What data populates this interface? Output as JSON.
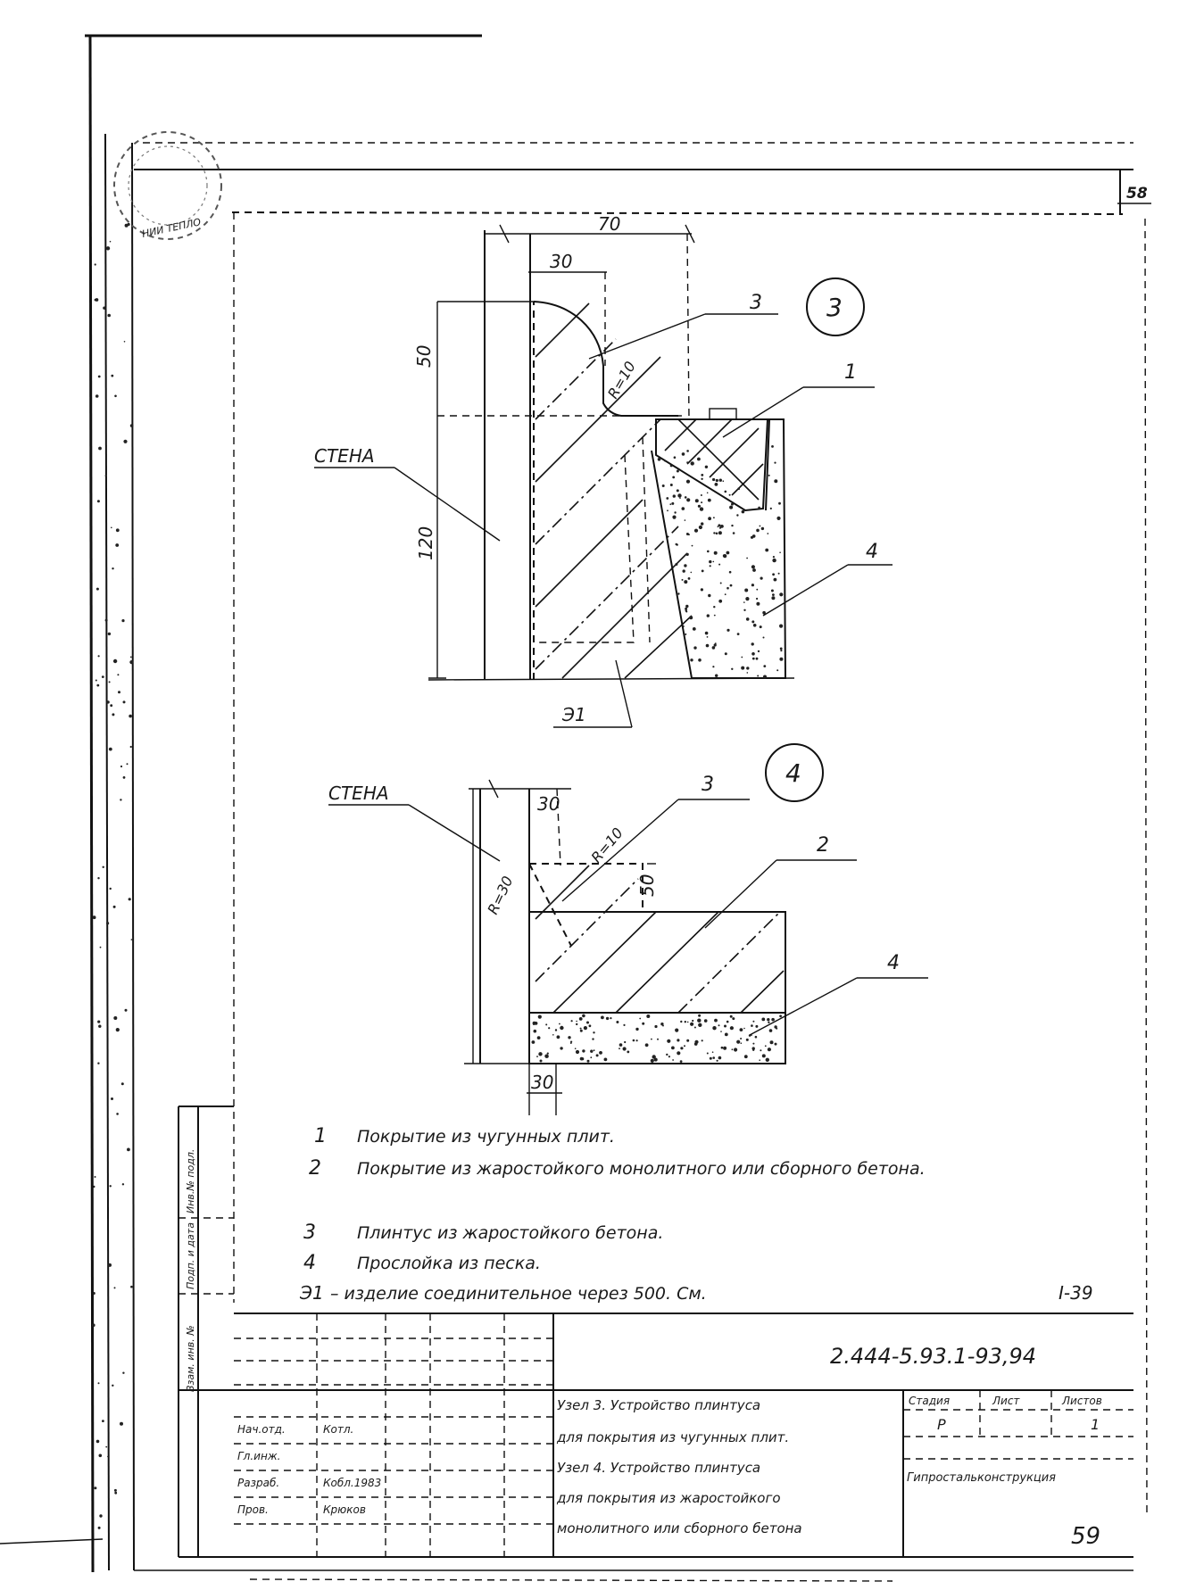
{
  "sheet_number": "58",
  "page_stamp": "59",
  "drawing_code": "2.444-5.93.1-93,94",
  "node3": {
    "marker": "3",
    "wall_label": "СТЕНА",
    "dims": {
      "top": "70",
      "sub": "30",
      "height_upper": "50",
      "height_lower": "120",
      "radius": "R=10"
    },
    "callouts": {
      "c1": "1",
      "c3": "3",
      "c4": "4",
      "e1": "Э1"
    }
  },
  "node4": {
    "marker": "4",
    "wall_label": "СТЕНА",
    "dims": {
      "top": "30",
      "bottom": "30",
      "height": "50",
      "r_small": "R=10",
      "r_large": "R=30"
    },
    "callouts": {
      "c2": "2",
      "c3": "3",
      "c4": "4"
    }
  },
  "legend": [
    {
      "num": "1",
      "text": "Покрытие из чугунных плит."
    },
    {
      "num": "2",
      "text": "Покрытие из жаростойкого монолитного или сборного бетона."
    },
    {
      "num": "3",
      "text": "Плинтус из жаростойкого бетона."
    },
    {
      "num": "4",
      "text": "Прослойка из песка."
    },
    {
      "num": "Э1",
      "text": "– изделие соединительное через 500. См."
    }
  ],
  "legend_ref": "I-39",
  "title_block": {
    "description_lines": [
      "Узел 3. Устройство плинтуса",
      "для покрытия из чугунных плит.",
      "Узел 4. Устройство плинтуса",
      "для покрытия из жаростойкого",
      "монолитного или сборного бетона"
    ],
    "col_headers": [
      "Стадия",
      "Лист",
      "Листов"
    ],
    "stage": "Р",
    "sheet": "",
    "sheets": "1",
    "org": "Гипростальконструкция",
    "roles": [
      "Нач.отд.",
      "Гл.инж.",
      "Разраб.",
      "Пров."
    ],
    "names": [
      "Котл.",
      "",
      "Кобл.1983",
      "Крюков"
    ],
    "side_stamps": [
      "Инв.№ подл.",
      "Подп. и дата",
      "Взам. инв. №"
    ]
  }
}
